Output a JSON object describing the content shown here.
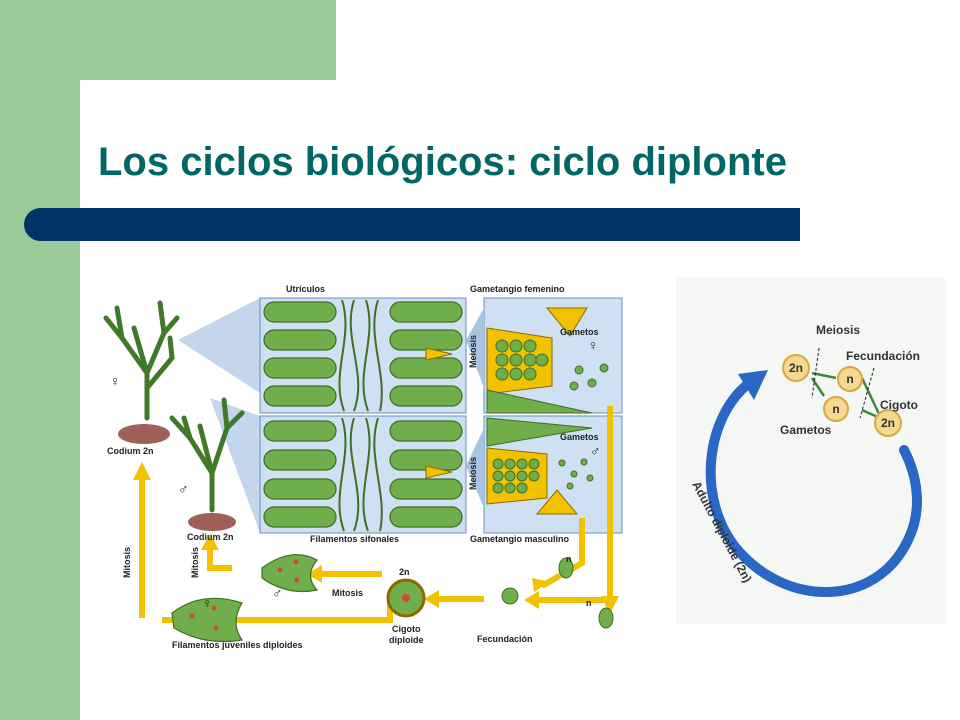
{
  "slide": {
    "title": "Los ciclos biológicos: ciclo diplonte"
  },
  "left_figure": {
    "labels": {
      "utriculos": "Utrículos",
      "gametangio_femenino": "Gametangio femenino",
      "gametangio_masculino": "Gametangio masculino",
      "filamentos_sifonales": "Filamentos sifonales",
      "gametos_f": "Gametos",
      "gametos_m": "Gametos",
      "meiosis_top": "Meiosis",
      "meiosis_bottom": "Meiosis",
      "codium_f": "Codium 2n",
      "codium_m": "Codium 2n",
      "mitosis_left": "Mitosis",
      "mitosis_small": "Mitosis",
      "mitosis_center": "Mitosis",
      "cigoto_ploidy": "2n",
      "cigoto_name": "Cigoto",
      "cigoto_sub": "diploide",
      "fecundacion": "Fecundación",
      "n_upper": "n",
      "n_lower": "n",
      "filamentos_juveniles": "Filamentos juveniles diploides",
      "female_symbol": "♀",
      "male_symbol": "♂"
    }
  },
  "right_figure": {
    "labels": {
      "meiosis": "Meiosis",
      "fecundacion": "Fecundación",
      "cigoto": "Cigoto",
      "gametos": "Gametos",
      "adulto": "Adulto diploide (2n)",
      "node_2n_left": "2n",
      "node_n_top": "n",
      "node_n_bottom": "n",
      "node_2n_right": "2n"
    }
  },
  "colors": {
    "green_band": "#99cc99",
    "title": "#006666",
    "bar": "#003366",
    "arrow_yellow": "#f2c200",
    "panel_blue": "#cfe0f3",
    "alga_green": "#5f9e3a"
  }
}
